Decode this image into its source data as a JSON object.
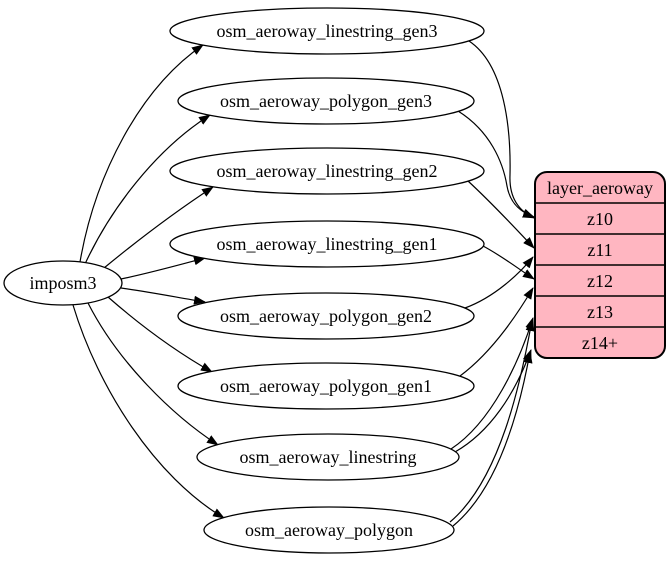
{
  "diagram": {
    "kind": "etl-graph",
    "colors": {
      "background": "#ffffff",
      "layer_fill": "#ffb6c1",
      "node_fill": "#ffffff",
      "stroke": "#000000"
    },
    "source": {
      "label": "imposm3"
    },
    "tables": [
      {
        "label": "osm_aeroway_linestring_gen3"
      },
      {
        "label": "osm_aeroway_polygon_gen3"
      },
      {
        "label": "osm_aeroway_linestring_gen2"
      },
      {
        "label": "osm_aeroway_linestring_gen1"
      },
      {
        "label": "osm_aeroway_polygon_gen2"
      },
      {
        "label": "osm_aeroway_polygon_gen1"
      },
      {
        "label": "osm_aeroway_linestring"
      },
      {
        "label": "osm_aeroway_polygon"
      }
    ],
    "layer": {
      "title": "layer_aeroway",
      "rows": [
        "z10",
        "z11",
        "z12",
        "z13",
        "z14+"
      ]
    },
    "edges": [
      {
        "from": "imposm3",
        "to": "osm_aeroway_linestring_gen3"
      },
      {
        "from": "imposm3",
        "to": "osm_aeroway_polygon_gen3"
      },
      {
        "from": "imposm3",
        "to": "osm_aeroway_linestring_gen2"
      },
      {
        "from": "imposm3",
        "to": "osm_aeroway_linestring_gen1"
      },
      {
        "from": "imposm3",
        "to": "osm_aeroway_polygon_gen2"
      },
      {
        "from": "imposm3",
        "to": "osm_aeroway_polygon_gen1"
      },
      {
        "from": "imposm3",
        "to": "osm_aeroway_linestring"
      },
      {
        "from": "imposm3",
        "to": "osm_aeroway_polygon"
      },
      {
        "from": "osm_aeroway_linestring_gen3",
        "to": "layer_aeroway.z10"
      },
      {
        "from": "osm_aeroway_polygon_gen3",
        "to": "layer_aeroway.z10"
      },
      {
        "from": "osm_aeroway_linestring_gen2",
        "to": "layer_aeroway.z11"
      },
      {
        "from": "osm_aeroway_polygon_gen2",
        "to": "layer_aeroway.z11"
      },
      {
        "from": "osm_aeroway_linestring_gen1",
        "to": "layer_aeroway.z12"
      },
      {
        "from": "osm_aeroway_polygon_gen1",
        "to": "layer_aeroway.z12"
      },
      {
        "from": "osm_aeroway_linestring",
        "to": "layer_aeroway.z13"
      },
      {
        "from": "osm_aeroway_polygon",
        "to": "layer_aeroway.z13"
      },
      {
        "from": "osm_aeroway_linestring",
        "to": "layer_aeroway.z14plus"
      },
      {
        "from": "osm_aeroway_polygon",
        "to": "layer_aeroway.z14plus"
      }
    ]
  }
}
